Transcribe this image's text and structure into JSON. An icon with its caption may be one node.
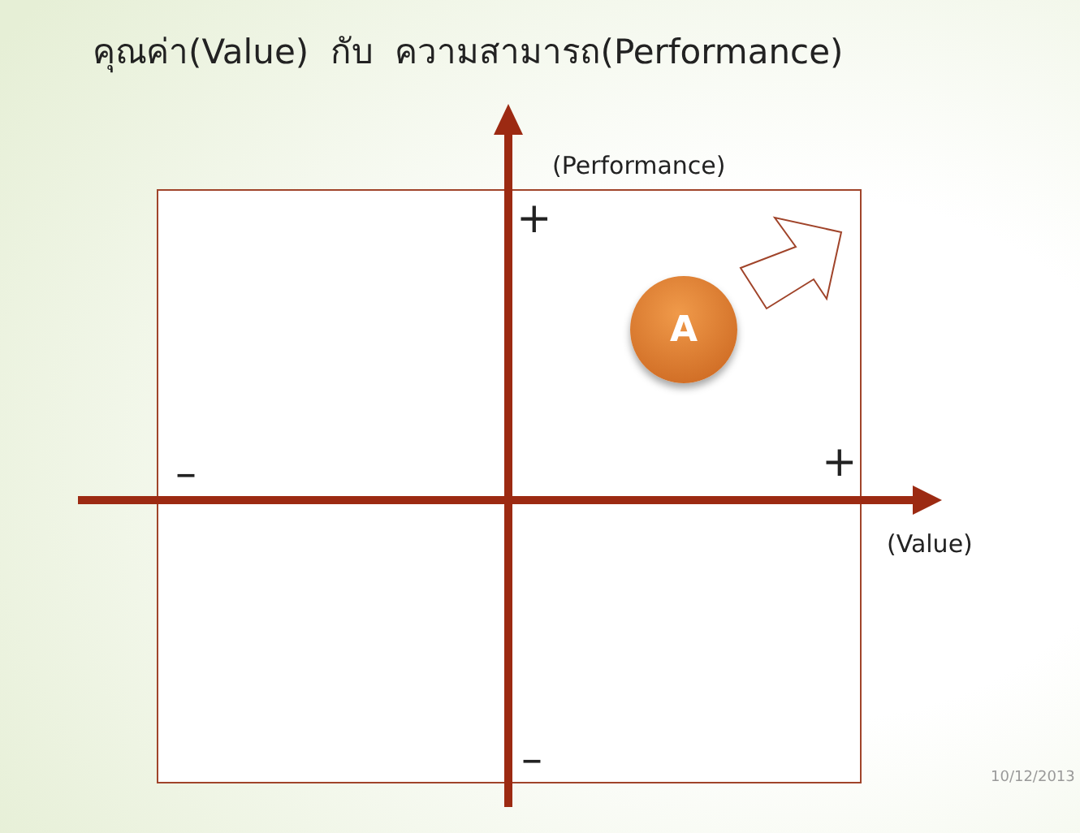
{
  "diagram": {
    "title": "คุณค่า(Value)  กับ  ความสามารถ(Performance)",
    "nodes": [
      {
        "text": [
          "A"
        ]
      }
    ],
    "edges": [],
    "labels": [
      "(Performance)",
      "+",
      "–",
      "+",
      "(Value)",
      "–",
      "10/12/2013"
    ]
  }
}
